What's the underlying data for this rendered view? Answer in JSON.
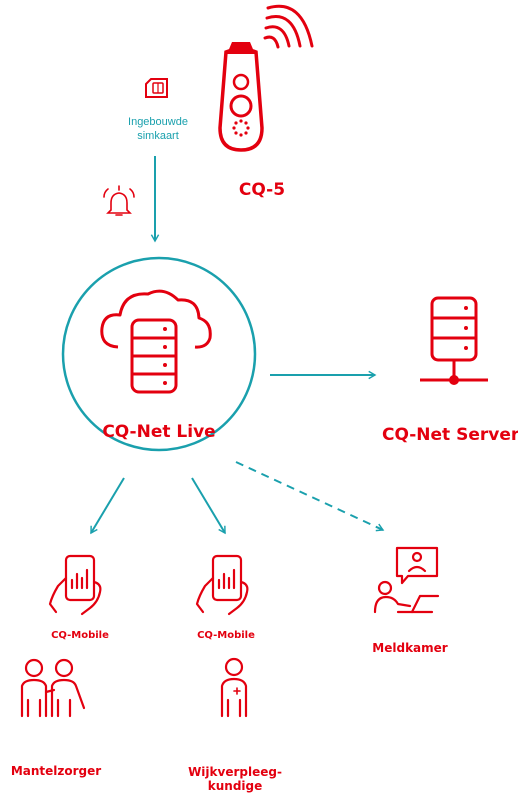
{
  "colors": {
    "accent": "#e3000f",
    "teal": "#1aa0ad"
  },
  "sim_label": [
    "Ingebouwde",
    "simkaart"
  ],
  "device": {
    "name": "CQ-5",
    "icon": "alarm-button-device-icon"
  },
  "hub": {
    "name": "CQ-Net Live",
    "icon": "cloud-database-icon"
  },
  "server": {
    "name": "CQ-Net Server",
    "icon": "server-network-icon"
  },
  "endpoints": {
    "mobile_1": "CQ-Mobile",
    "mobile_2": "CQ-Mobile",
    "meldkamer": "Meldkamer",
    "mantelzorger": "Mantelzorger",
    "wijkverpleegkundige": [
      "Wijkverpleeg-",
      "kundige"
    ]
  },
  "icons": [
    "sim-card-icon",
    "alarm-bell-icon",
    "phone-hand-icon",
    "people-icon",
    "nurse-icon",
    "operator-desk-icon"
  ]
}
